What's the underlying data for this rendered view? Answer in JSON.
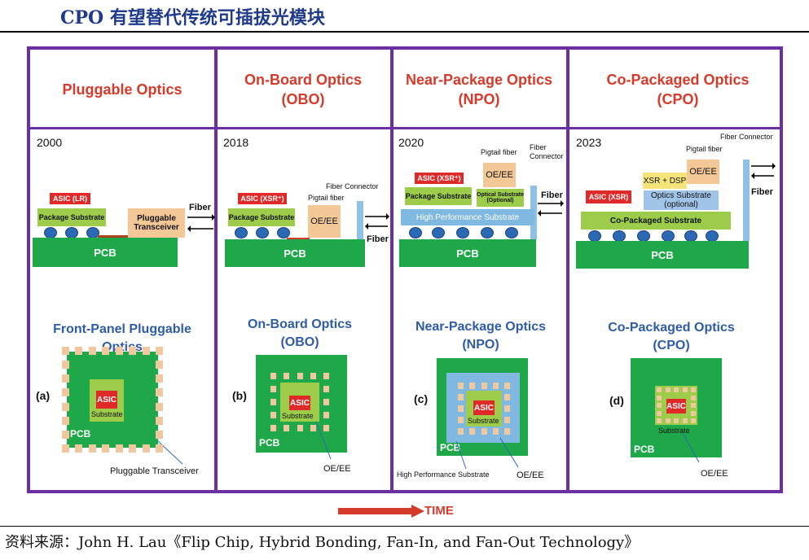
{
  "page_title": "CPO 有望替代传统可插拔光模块",
  "columns": [
    {
      "heading_line1": "Pluggable Optics",
      "heading_line2": "",
      "year": "2000",
      "sub_line1": "Front-Panel Pluggable Optics",
      "sub_line2": "",
      "letter": "(a)"
    },
    {
      "heading_line1": "On-Board Optics",
      "heading_line2": "(OBO)",
      "year": "2018",
      "sub_line1": "On-Board Optics",
      "sub_line2": "(OBO)",
      "letter": "(b)"
    },
    {
      "heading_line1": "Near-Package Optics",
      "heading_line2": "(NPO)",
      "year": "2020",
      "sub_line1": "Near-Package Optics",
      "sub_line2": "(NPO)",
      "letter": "(c)"
    },
    {
      "heading_line1": "Co-Packaged Optics",
      "heading_line2": "(CPO)",
      "year": "2023",
      "sub_line1": "Co-Packaged Optics",
      "sub_line2": "(CPO)",
      "letter": "(d)"
    }
  ],
  "labels": {
    "pcb": "PCB",
    "fiber": "Fiber",
    "asic_lr": "ASIC (LR)",
    "asic_xsr_star": "ASIC (XSR⁺)",
    "asic_xsr": "ASIC (XSR)",
    "package_substrate": "Package Substrate",
    "pluggable_transceiver_line1": "Pluggable",
    "pluggable_transceiver_line2": "Transceiver",
    "oe_ee": "OE/EE",
    "pigtail_fiber": "Pigtail fiber",
    "fiber_connector": "Fiber Connector",
    "fiber_connector_line1": "Fiber",
    "fiber_connector_line2": "Connector",
    "optical_substrate_line1": "Optical Substrate",
    "optical_substrate_line2": "(Optional)",
    "high_performance_substrate": "High Performance Substrate",
    "xsr_dsp": "XSR + DSP",
    "optics_substrate_line1": "Optics Substrate",
    "optics_substrate_line2": "(optional)",
    "co_packaged_substrate": "Co-Packaged Substrate",
    "asic": "ASIC",
    "substrate": "Substrate",
    "pluggable_transceiver": "Pluggable Transceiver"
  },
  "time_label": "TIME",
  "source": "资料来源：John H. Lau《Flip Chip, Hybrid Bonding, Fan-In, and Fan-Out Technology》",
  "colors": {
    "frame": "#6a2fa0",
    "heading": "#d63a2a",
    "subheading": "#2e5ca8",
    "pcb": "#1ea84a",
    "package": "#9ccc4a",
    "asic": "#e02a2a",
    "oe": "#f3c796",
    "hps": "#7fb8e0"
  }
}
